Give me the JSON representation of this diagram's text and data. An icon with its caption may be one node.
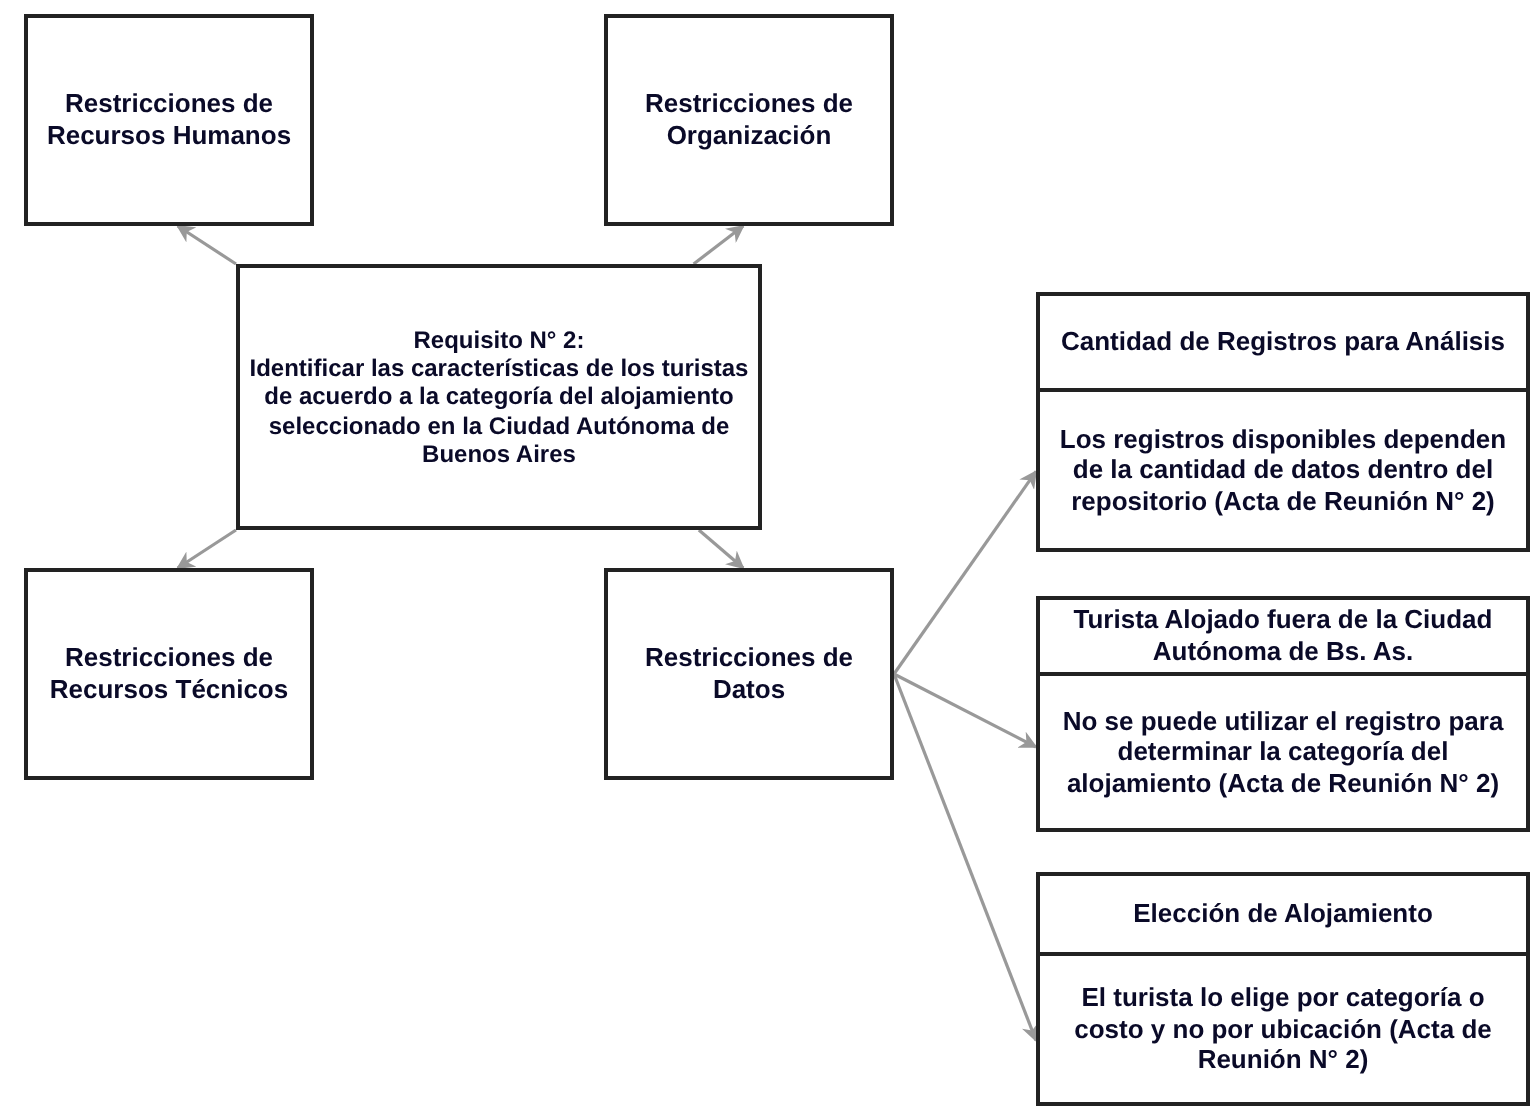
{
  "diagram": {
    "nodes": [
      {
        "text": [
          "Restricciones de Recursos Humanos"
        ]
      },
      {
        "text": [
          "Restricciones de Organización"
        ]
      },
      {
        "text": [
          "Requisito N° 2:",
          "Identificar las características de los turistas de acuerdo a la categoría del alojamiento seleccionado en la Ciudad Autónoma de Buenos Aires"
        ]
      },
      {
        "text": [
          "Restricciones de Recursos Técnicos"
        ]
      },
      {
        "text": [
          "Restricciones de Datos"
        ]
      },
      {
        "text": [
          "Cantidad de Registros para Análisis",
          "Los registros disponibles dependen de la cantidad de datos dentro del repositorio (Acta de Reunión N° 2)"
        ]
      },
      {
        "text": [
          "Turista Alojado fuera de la Ciudad Autónoma de Bs. As.",
          "No se puede utilizar el registro para determinar la categoría del alojamiento (Acta de Reunión N° 2)"
        ]
      },
      {
        "text": [
          "Elección de Alojamiento",
          "El turista lo elige por categoría o costo y no por ubicación (Acta de Reunión N° 2)"
        ]
      }
    ],
    "edges": [
      {
        "from": 2,
        "to": 0,
        "arrow": "to"
      },
      {
        "from": 2,
        "to": 1,
        "arrow": "to"
      },
      {
        "from": 2,
        "to": 3,
        "arrow": "to"
      },
      {
        "from": 2,
        "to": 4,
        "arrow": "to"
      },
      {
        "from": 4,
        "to": 5,
        "arrow": "to"
      },
      {
        "from": 4,
        "to": 6,
        "arrow": "to"
      },
      {
        "from": 4,
        "to": 7,
        "arrow": "to"
      }
    ]
  }
}
